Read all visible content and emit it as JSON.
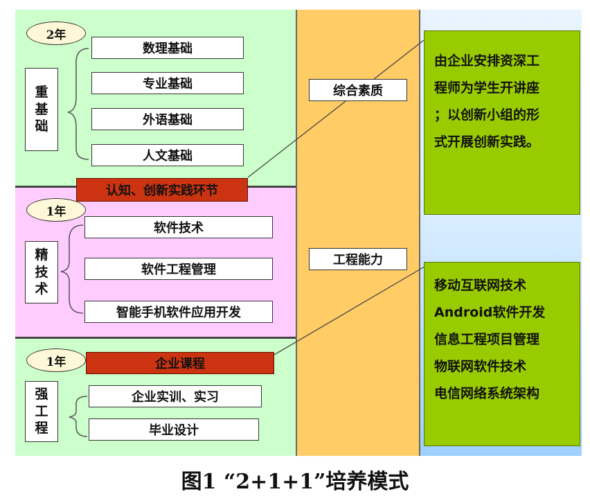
{
  "sections": [
    {
      "duration": "2年",
      "label_chars": [
        "重",
        "基",
        "础"
      ],
      "courses": [
        "数理基础",
        "专业基础",
        "外语基础",
        "人文基础"
      ],
      "bar": "认知、创新实践环节"
    },
    {
      "duration": "1年",
      "label_chars": [
        "精",
        "技",
        "术"
      ],
      "courses": [
        "软件技术",
        "软件工程管理",
        "智能手机软件应用开发"
      ]
    },
    {
      "duration": "1年",
      "bar": "企业课程",
      "label_chars": [
        "强",
        "工",
        "程"
      ],
      "courses": [
        "企业实训、实习",
        "毕业设计"
      ]
    }
  ],
  "middle": {
    "top": "综合素质",
    "bottom": "工程能力"
  },
  "right": {
    "top_lines": [
      "由企业安排资深工",
      "程师为学生开讲座",
      "；以创新小组的形",
      "式开展创新实践。"
    ],
    "bottom_lines": [
      "移动互联网技术",
      "Android软件开发",
      "信息工程项目管理",
      "物联网软件技术",
      "电信网络系统架构"
    ]
  },
  "caption": "图1 “2+1+1”培养模式"
}
